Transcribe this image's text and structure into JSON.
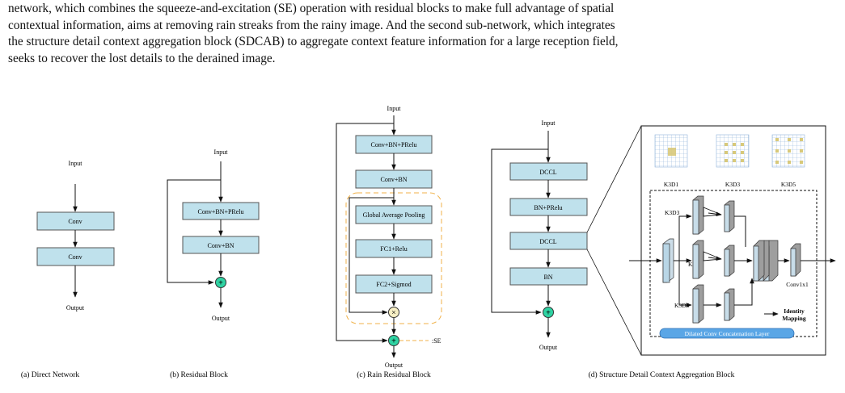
{
  "paragraph": [
    "network, which combines the squeeze-and-excitation (SE) operation with residual blocks to make full advantage of spatial",
    "contextual information, aims at removing rain streaks from the rainy image. And the second sub-network, which integrates",
    "the structure detail context aggregation block (SDCAB) to aggregate context feature information for a large reception field,",
    "seeks to recover the lost details to the derained image."
  ],
  "figure": {
    "colors": {
      "box_fill": "#bfe1ec",
      "box_stroke": "#555555",
      "add_fill": "#2fd3a3",
      "mult_fill": "#f7efc4",
      "se_border": "#f0b24a",
      "layer_pill": "#5aa6e6"
    },
    "a": {
      "input": "Input",
      "boxes": [
        "Conv",
        "Conv"
      ],
      "output": "Output",
      "caption": "(a) Direct Network"
    },
    "b": {
      "input": "Input",
      "boxes": [
        "Conv+BN+PRelu",
        "Conv+BN"
      ],
      "add_symbol": "+",
      "output": "Output",
      "caption": "(b) Residual Block"
    },
    "c": {
      "input": "Input",
      "boxes": [
        "Conv+BN+PRelu",
        "Conv+BN",
        "Global Average Pooling",
        "FC1+Relu",
        "FC2+Sigmod"
      ],
      "mult_symbol": "×",
      "add_symbol": "+",
      "se_label": ":SE",
      "output": "Output",
      "caption": "(c) Rain Residual Block"
    },
    "d": {
      "input": "Input",
      "boxes": [
        "DCCL",
        "BN+PRelu",
        "DCCL",
        "BN"
      ],
      "add_symbol": "+",
      "output": "Output",
      "kernels": [
        "K3D1",
        "K3D3",
        "K3D5"
      ],
      "branch_labels": [
        "K3D3",
        "K3D1",
        "K3D5"
      ],
      "conv1x1": "Conv1x1",
      "identity": [
        "Identity",
        "Mapping"
      ],
      "layer_label": "Dilated Conv Concatenation Layer",
      "caption": "(d) Structure Detail Context Aggregation Block"
    }
  }
}
